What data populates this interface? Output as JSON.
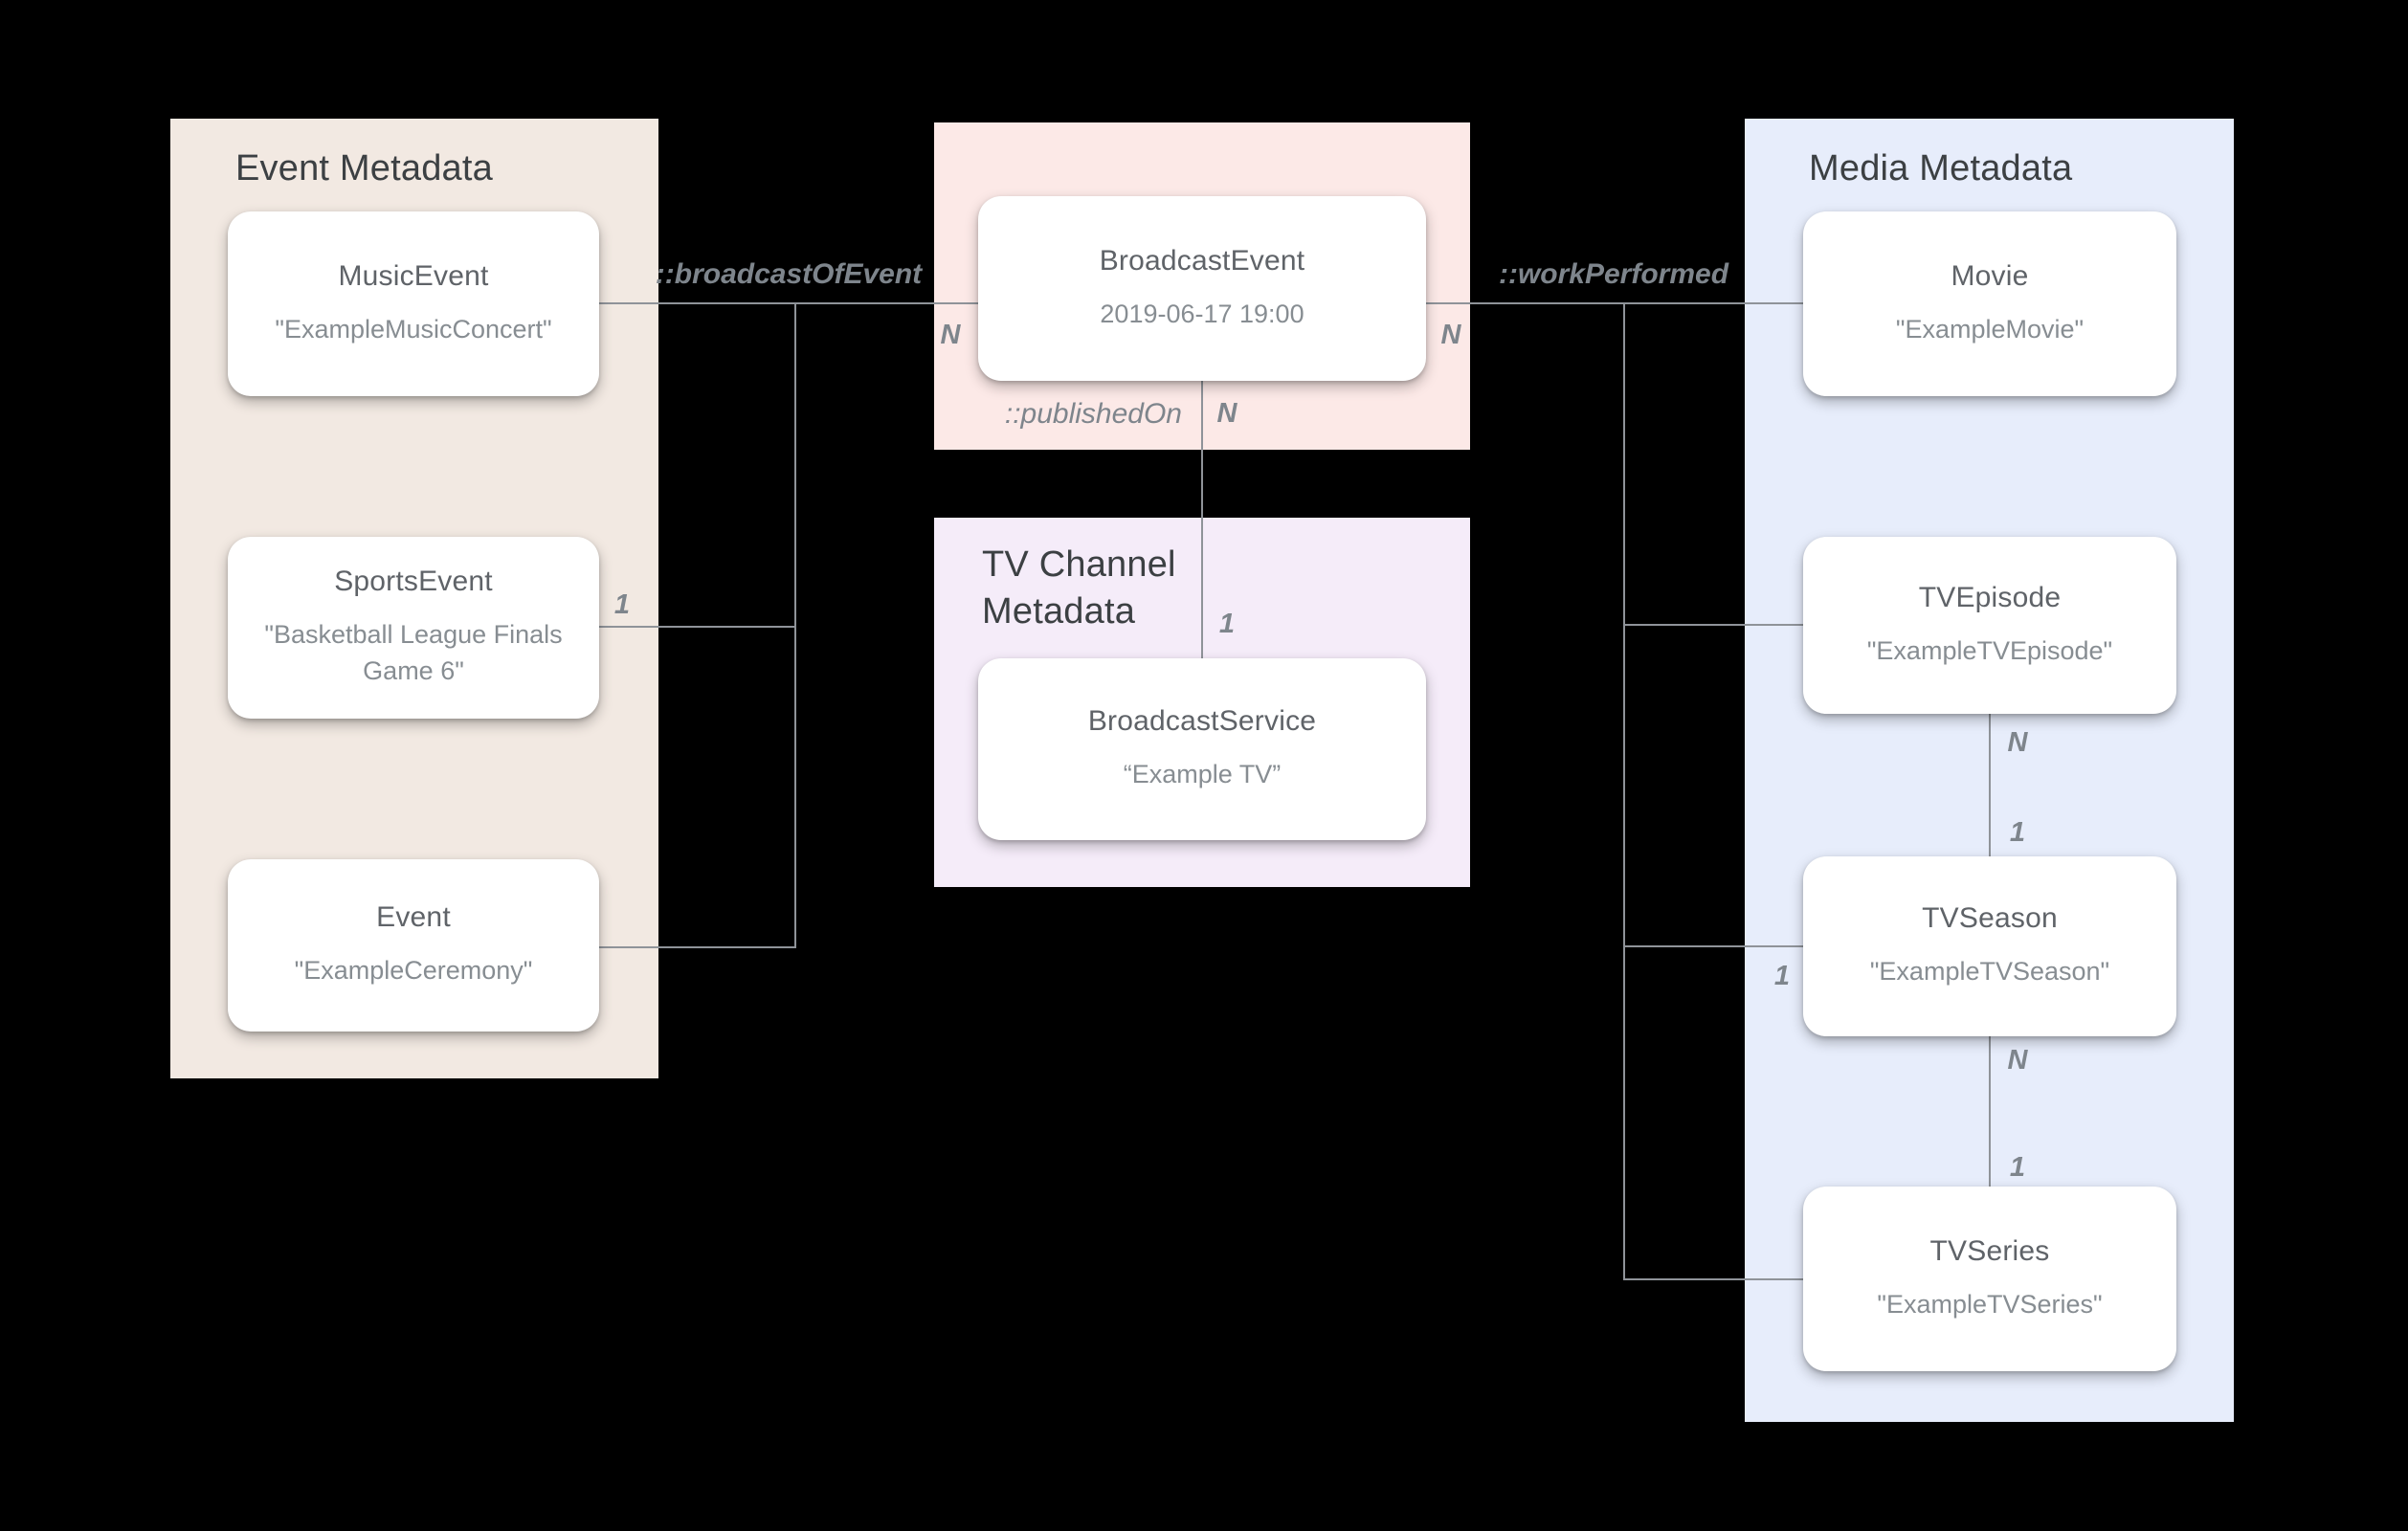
{
  "diagram": {
    "panels": {
      "event": {
        "title": "Event Metadata",
        "bg": "#f2e9e2"
      },
      "broadcast": {
        "bg": "#fce9e7"
      },
      "tv_channel": {
        "title": "TV Channel Metadata",
        "bg": "#f5ecf9"
      },
      "media": {
        "title": "Media Metadata",
        "bg": "#e7edfb"
      }
    },
    "nodes": {
      "music_event": {
        "title": "MusicEvent",
        "subtitle": "\"ExampleMusicConcert\""
      },
      "sports_event": {
        "title": "SportsEvent",
        "subtitle": "\"Basketball League Finals Game 6\""
      },
      "event": {
        "title": "Event",
        "subtitle": "\"ExampleCeremony\""
      },
      "broadcast_event": {
        "title": "BroadcastEvent",
        "subtitle": "2019-06-17 19:00"
      },
      "broadcast_service": {
        "title": "BroadcastService",
        "subtitle": "“Example TV”"
      },
      "movie": {
        "title": "Movie",
        "subtitle": "\"ExampleMovie\""
      },
      "tv_episode": {
        "title": "TVEpisode",
        "subtitle": "\"ExampleTVEpisode\""
      },
      "tv_season": {
        "title": "TVSeason",
        "subtitle": "\"ExampleTVSeason\""
      },
      "tv_series": {
        "title": "TVSeries",
        "subtitle": "\"ExampleTVSeries\""
      }
    },
    "edge_labels": {
      "broadcast_of_event": "::broadcastOfEvent",
      "work_performed": "::workPerformed",
      "published_on": "::publishedOn"
    },
    "cardinalities": {
      "broadcast_event_left": "N",
      "broadcast_event_right": "N",
      "published_on_top": "N",
      "broadcast_service_top": "1",
      "sports_event_right": "1",
      "tv_season_left": "1",
      "tv_episode_bottom": "N",
      "tv_season_top": "1",
      "tv_season_bottom": "N",
      "tv_series_top": "1"
    },
    "colors": {
      "background": "#000000",
      "line": "#8f9399",
      "panel_title_text": "#3c4043",
      "node_title_text": "#5f6368",
      "node_subtitle_text": "#878d92",
      "label_text": "#7e858c"
    }
  }
}
